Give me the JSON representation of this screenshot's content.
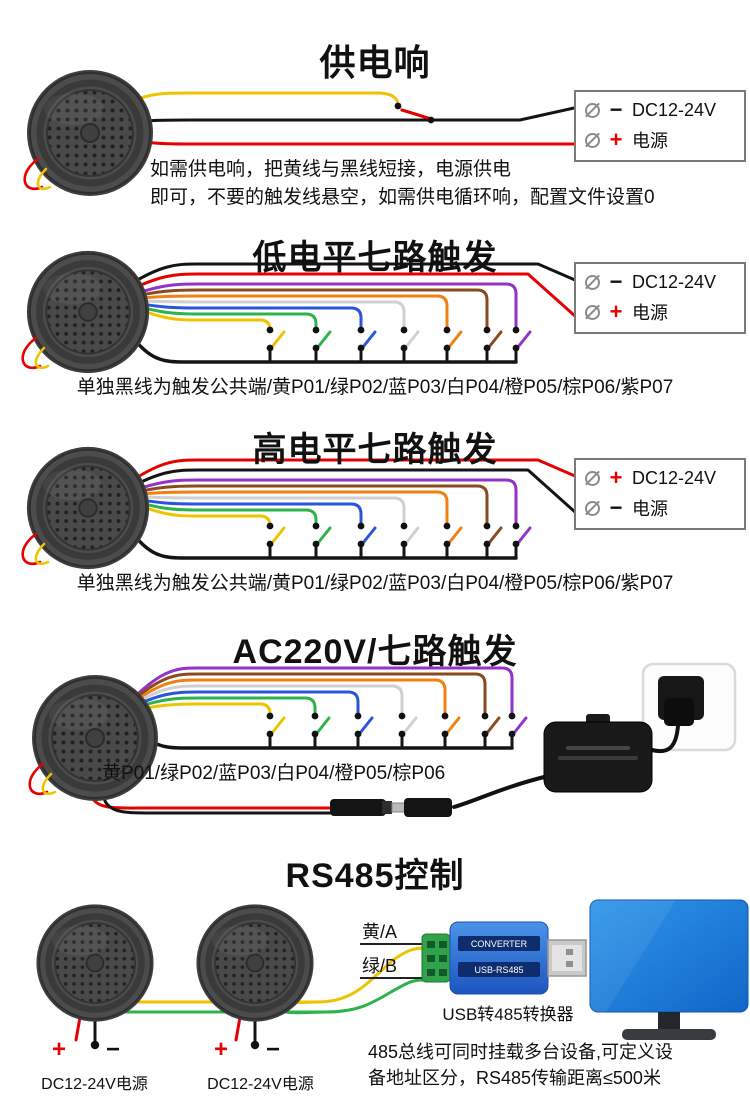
{
  "page": {
    "background": "#ffffff"
  },
  "colors": {
    "wire_yellow": "#eec300",
    "wire_green": "#2eb24c",
    "wire_blue": "#2b55d8",
    "wire_white": "#d0d0d0",
    "wire_orange": "#f08010",
    "wire_brown": "#8a4a20",
    "wire_purple": "#9232c8",
    "wire_black": "#141414",
    "wire_red": "#e60000",
    "monitor_blue": "#1e7fd6",
    "converter_blue": "#2f6fd2"
  },
  "sections": {
    "power_sound": {
      "title": "供电响",
      "terminal": {
        "rows": [
          {
            "sign": "−",
            "label": "DC12-24V"
          },
          {
            "sign": "+",
            "label": "电源"
          }
        ]
      },
      "notes": [
        "如需供电响，把黄线与黑线短接，电源供电",
        "即可，不要的触发线悬空，如需供电循环响，配置文件设置0"
      ]
    },
    "low_level": {
      "title": "低电平七路触发",
      "terminal": {
        "rows": [
          {
            "sign": "−",
            "label": "DC12-24V"
          },
          {
            "sign": "+",
            "label": "电源"
          }
        ]
      },
      "caption": "单独黑线为触发公共端/黄P01/绿P02/蓝P03/白P04/橙P05/棕P06/紫P07"
    },
    "high_level": {
      "title": "高电平七路触发",
      "terminal": {
        "rows": [
          {
            "sign": "+",
            "label": "DC12-24V"
          },
          {
            "sign": "−",
            "label": "电源"
          }
        ]
      },
      "caption": "单独黑线为触发公共端/黄P01/绿P02/蓝P03/白P04/橙P05/棕P06/紫P07"
    },
    "ac220": {
      "title": "AC220V/七路触发",
      "caption": "黄P01/绿P02/蓝P03/白P04/橙P05/棕P06"
    },
    "rs485": {
      "title": "RS485控制",
      "wire_label_a": "黄/A",
      "wire_label_b": "绿/B",
      "converter_label": "USB转485转换器",
      "converter_markings": [
        "CONVERTER",
        "USB-RS485"
      ],
      "speaker_power_labels": [
        {
          "plus": "+",
          "minus": "−",
          "label": "DC12-24V电源"
        },
        {
          "plus": "+",
          "minus": "−",
          "label": "DC12-24V电源"
        }
      ],
      "notes": [
        "485总线可同时挂载多台设备,可定义设",
        "备地址区分，RS485传输距离≤500米"
      ]
    }
  }
}
